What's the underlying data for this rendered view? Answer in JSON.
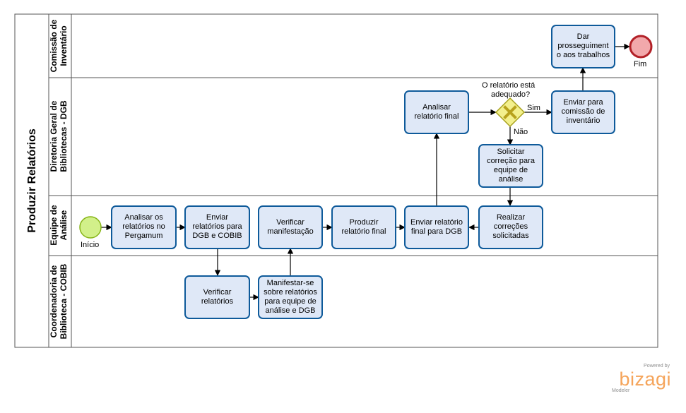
{
  "pool": {
    "title": "Produzir Relatórios"
  },
  "lanes": [
    {
      "id": "comissao",
      "label_line1": "Comissão de",
      "label_line2": "Inventário"
    },
    {
      "id": "dgb",
      "label_line1": "Diretoria Geral de",
      "label_line2": "Bibliotecas - DGB"
    },
    {
      "id": "equipe",
      "label_line1": "Equipe de",
      "label_line2": "Análise"
    },
    {
      "id": "cobib",
      "label_line1": "Coordenadoria de",
      "label_line2": "Biblioteca - COBIB"
    }
  ],
  "events": {
    "start": {
      "label": "Início"
    },
    "end": {
      "label": "Fim"
    }
  },
  "tasks": {
    "t1": {
      "lines": [
        "Analisar os",
        "relatórios no",
        "Pergamum"
      ]
    },
    "t2": {
      "lines": [
        "Enviar",
        "relatórios para",
        "DGB e COBIB"
      ]
    },
    "t3": {
      "lines": [
        "Verificar",
        "manifestação"
      ]
    },
    "t4": {
      "lines": [
        "Produzir",
        "relatório final"
      ]
    },
    "t5": {
      "lines": [
        "Enviar relatório",
        "final para DGB"
      ]
    },
    "t6": {
      "lines": [
        "Realizar",
        "correções",
        "solicitadas"
      ]
    },
    "t7": {
      "lines": [
        "Verificar",
        "relatórios"
      ]
    },
    "t8": {
      "lines": [
        "Manifestar-se",
        "sobre relatórios",
        "para equipe de",
        "análise e DGB"
      ]
    },
    "t9": {
      "lines": [
        "Analisar",
        "relatório final"
      ]
    },
    "t10": {
      "lines": [
        "Solicitar",
        "correção para",
        "equipe de",
        "análise"
      ]
    },
    "t11": {
      "lines": [
        "Enviar para",
        "comissão de",
        "inventário"
      ]
    },
    "t12": {
      "lines": [
        "Dar",
        "prosseguiment",
        "o aos trabalhos"
      ]
    }
  },
  "gateway": {
    "question_line1": "O relatório está",
    "question_line2": "adequado?",
    "yes": "Sim",
    "no": "Não"
  },
  "watermark": {
    "powered": "Powered by",
    "brand": "bizagi",
    "product": "Modeler"
  },
  "colors": {
    "task_fill": "#dfe8f7",
    "task_stroke": "#0e5a9a",
    "start_fill": "#d2f08a",
    "start_stroke": "#86b417",
    "end_fill": "#f2a8ab",
    "end_stroke": "#b22027",
    "gateway_fill": "#f3f08d",
    "gateway_stroke": "#a8a21e",
    "gateway_x": "#b8a21c",
    "brand": "#f5a45a"
  }
}
